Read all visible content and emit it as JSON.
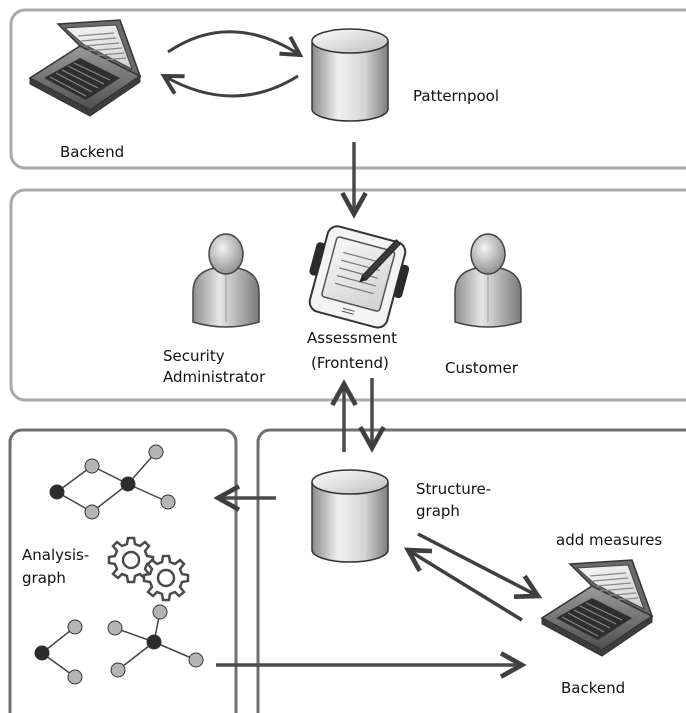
{
  "labels": {
    "backend_top": "Backend",
    "patternpool": "Patternpool",
    "security_admin_line1": "Security",
    "security_admin_line2": "Administrator",
    "assessment_line1": "Assessment",
    "assessment_line2": "(Frontend)",
    "customer": "Customer",
    "structure_graph_line1": "Structure-",
    "structure_graph_line2": "graph",
    "analysis_graph_line1": "Analysis-",
    "analysis_graph_line2": "graph",
    "add_measures": "add measures",
    "backend_bottom": "Backend"
  },
  "icons": {
    "laptop": "laptop-icon",
    "database": "database-cylinder-icon",
    "person": "person-icon",
    "tablet": "tablet-pen-icon",
    "gear": "gear-icon"
  },
  "colors": {
    "panel_border": "#a9a9a9",
    "panel_border_dark": "#6f6f6f",
    "arrow": "#4a4a4a",
    "node_dark": "#2b2b2b",
    "node_light": "#b5b5b5",
    "text": "#111111"
  }
}
